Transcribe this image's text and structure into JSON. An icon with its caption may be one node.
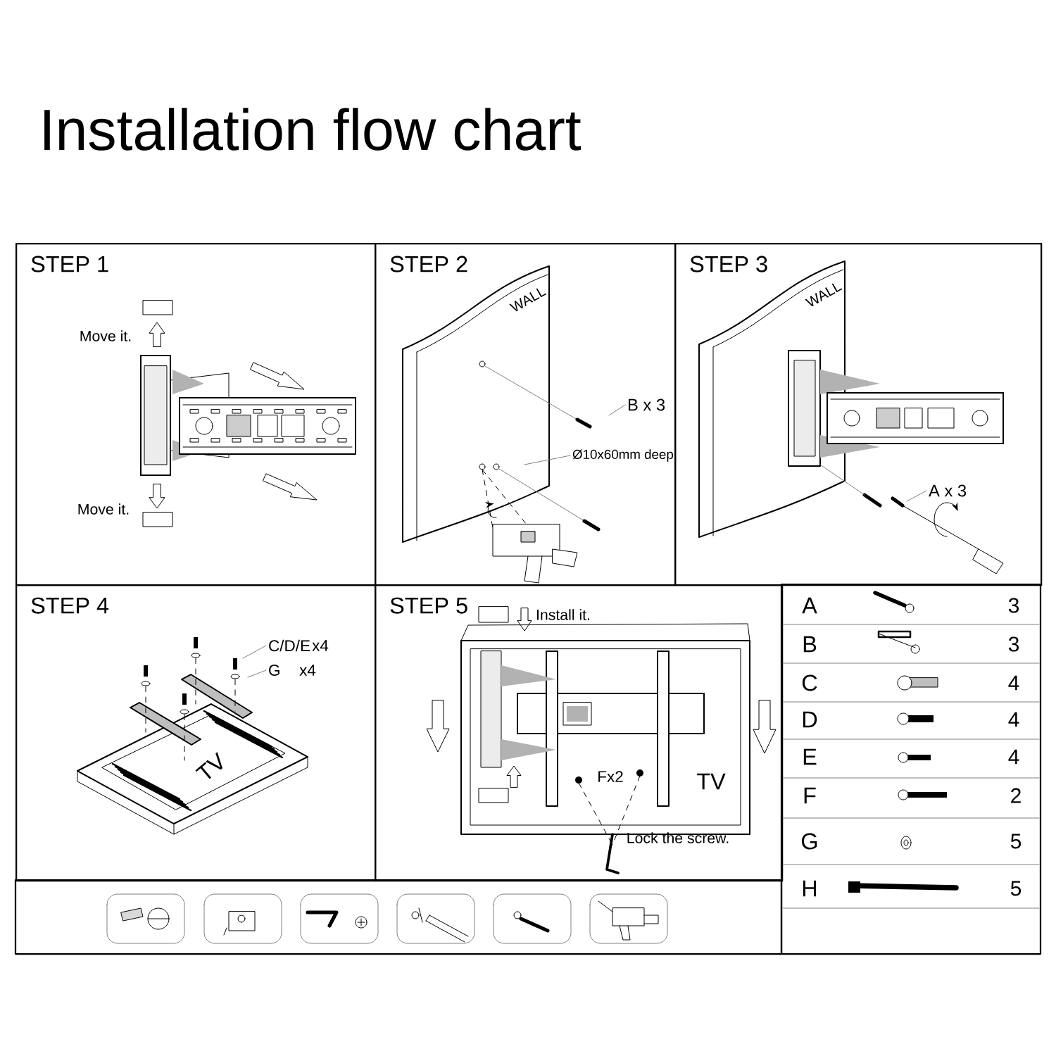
{
  "diagram": {
    "title": "Installation flow chart",
    "nodes": [
      {
        "text": [
          "STEP 1"
        ]
      },
      {
        "text": [
          "STEP 2"
        ]
      },
      {
        "text": [
          "STEP 3"
        ]
      },
      {
        "text": [
          "STEP 4"
        ]
      },
      {
        "text": [
          "STEP 5"
        ]
      },
      {
        "text": [
          "B x 3"
        ],
        "in": 1
      },
      {
        "text": [
          "Ø10x60mm deep"
        ],
        "in": 1
      },
      {
        "text": [
          "A x 3"
        ],
        "in": 2
      },
      {
        "text": [
          "C/D/E"
        ],
        "in": 3
      },
      {
        "text": [
          "G"
        ],
        "in": 3
      }
    ],
    "edges": [
      {
        "from": 5,
        "to": null,
        "arrow": "none"
      },
      {
        "from": 6,
        "to": null,
        "arrow": "none"
      },
      {
        "from": 7,
        "to": null,
        "arrow": "none"
      },
      {
        "from": 8,
        "to": null,
        "arrow": "none"
      },
      {
        "from": 9,
        "to": null,
        "arrow": "none"
      }
    ],
    "labels": [
      "Move it.",
      "Move it.",
      "WALL",
      "WALL",
      "x4",
      "x4",
      "TV",
      "Install it.",
      "Fx2",
      "TV",
      "Lock the screw.",
      "A",
      "3",
      "B",
      "3",
      "C",
      "4",
      "D",
      "4",
      "E",
      "4",
      "F",
      "2",
      "G",
      "5",
      "H",
      "5"
    ]
  }
}
